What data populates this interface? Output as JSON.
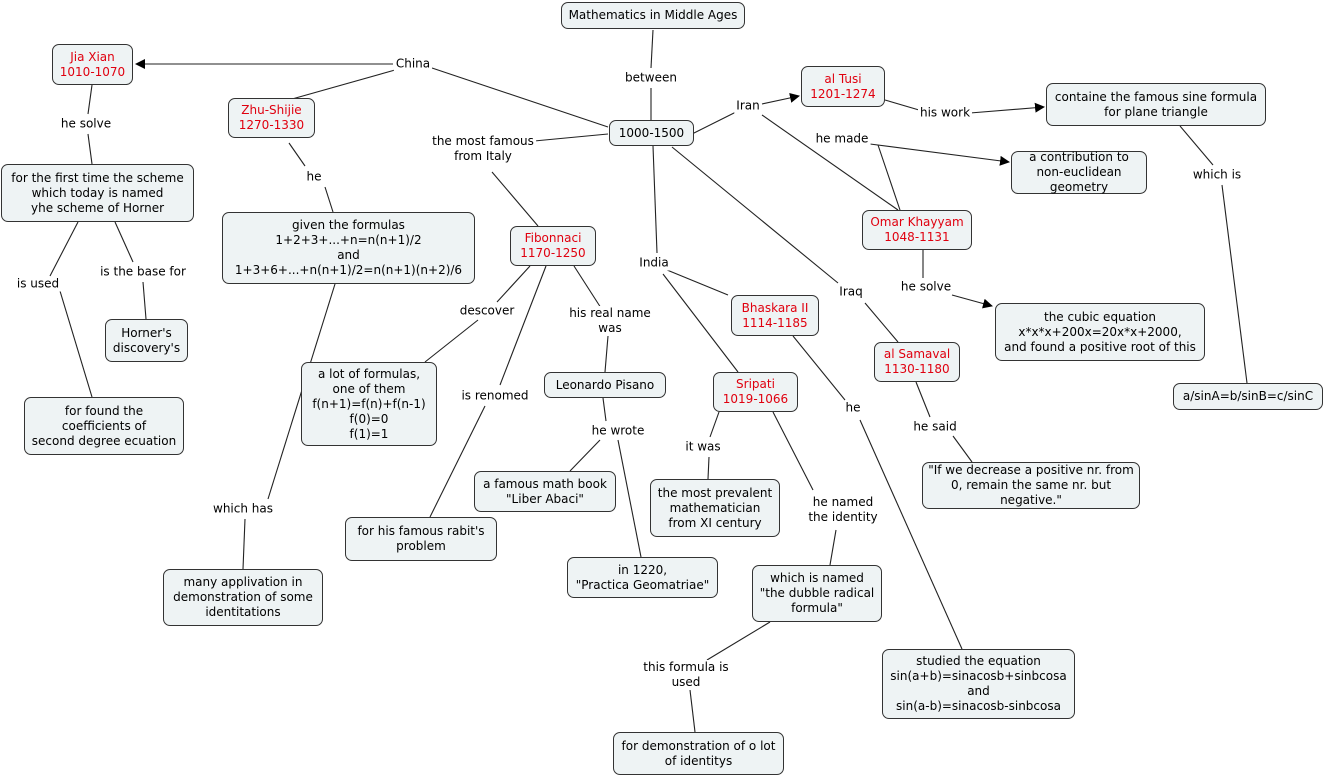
{
  "colors": {
    "person_text": "#e0000f",
    "node_fill": "#eef3f4",
    "border": "#333333",
    "line": "#222222"
  },
  "nodes": {
    "root": "Mathematics in Middle Ages",
    "period": "1000-1500",
    "jia_xian": "Jia Xian\n1010-1070",
    "zhu_shijie": "Zhu-Shijie\n1270-1330",
    "horner_scheme": "for the first time the scheme\nwhich today is named\nyhe scheme of Horner",
    "given_formulas": "given the formulas\n1+2+3+...+n=n(n+1)/2\nand\n1+3+6+...+n(n+1)/2=n(n+1)(n+2)/6",
    "horners_discovery": "Horner's\ndiscovery's",
    "coefficients": "for found the\ncoefficients of\nsecond degree ecuation",
    "many_applivation": "many applivation in\ndemonstration of some\nidentitations",
    "fibonnaci": "Fibonnaci\n1170-1250",
    "lot_formulas": "a lot of formulas,\none of them\nf(n+1)=f(n)+f(n-1)\nf(0)=0\nf(1)=1",
    "leonardo": "Leonardo Pisano",
    "liber_abaci": "a famous math book\n\"Liber Abaci\"",
    "practica": "in 1220,\n\"Practica Geomatriae\"",
    "rabit": "for his famous rabit's\nproblem",
    "sripati": "Sripati\n1019-1066",
    "prevalent": "the most prevalent\nmathematician\nfrom XI century",
    "dubble_radical": "which is named\n\"the dubble radical\nformula\"",
    "demonstration": "for demonstration of o lot\nof identitys",
    "bhaskara": "Bhaskara II\n1114-1185",
    "studied": "studied the equation\nsin(a+b)=sinacosb+sinbcosa\nand\nsin(a-b)=sinacosb-sinbcosa",
    "al_tusi": "al Tusi\n1201-1274",
    "sine_formula": "containe the famous sine formula\nfor plane triangle",
    "sine_law": "a/sinA=b/sinB=c/sinC",
    "non_euclidean": "a contribution to\nnon-euclidean geometry",
    "omar": "Omar Khayyam\n1048-1131",
    "cubic": "the cubic equation\nx*x*x+200x=20x*x+2000,\nand found a positive root of this",
    "al_samaval": "al Samaval\n1130-1180",
    "said_quote": "\"If we decrease a positive nr. from\n0, remain the same nr. but negative.\""
  },
  "labels": {
    "between": "between",
    "china": "China",
    "he_solve_1": "he solve",
    "he_zhu": "he",
    "is_used": "is used",
    "is_base": "is the base for",
    "which_has": "which has",
    "most_famous": "the most famous\nfrom Italy",
    "descover": "descover",
    "real_name": "his real name\nwas",
    "is_renomed": "is renomed",
    "he_wrote": "he wrote",
    "india": "India",
    "it_was": "it was",
    "he_named": "he named\nthe identity",
    "this_formula": "this formula is\nused",
    "he_bhaskara": "he",
    "iran": "Iran",
    "his_work": "his work",
    "which_is": "which is",
    "he_made": "he made",
    "iraq": "Iraq",
    "he_solve_2": "he solve",
    "he_said": "he said"
  }
}
